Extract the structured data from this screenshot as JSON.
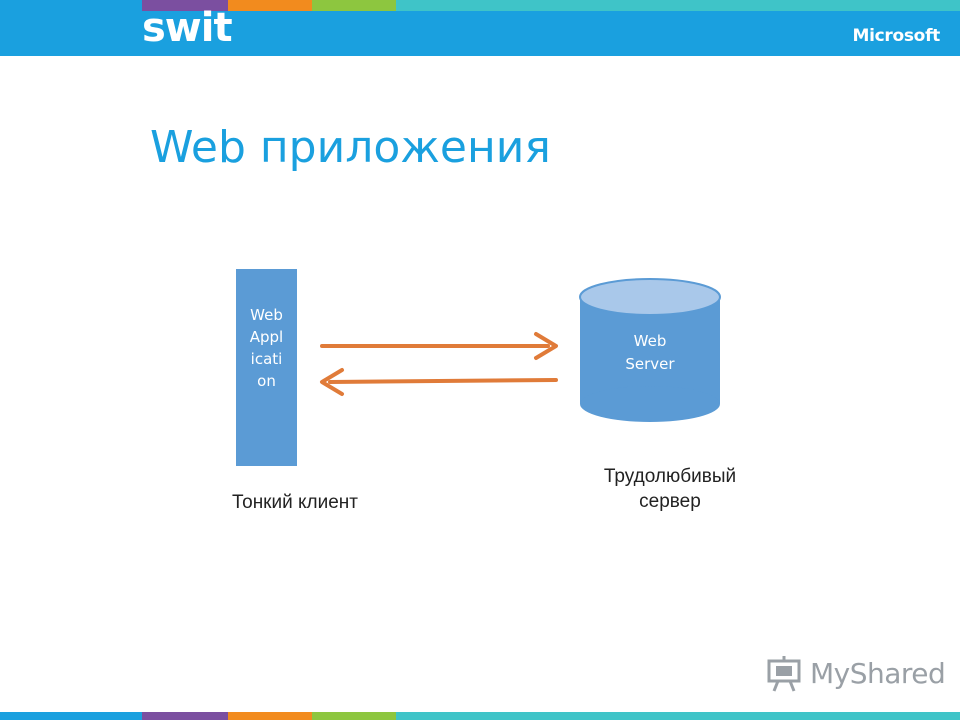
{
  "header": {
    "logo_text": "swit",
    "brand_text": "Microsoft",
    "bar_color": "#1aa0df",
    "stripe_colors": [
      "#7b4fa0",
      "#f28b1e",
      "#8dc63f",
      "#3fc4c8"
    ]
  },
  "slide": {
    "title": "Web приложения",
    "title_color": "#1aa0df"
  },
  "diagram": {
    "client_box_label": "Web Appl icati on",
    "server_label_line1": "Web",
    "server_label_line2": "Server",
    "client_caption": "Тонкий клиент",
    "server_caption_line1": "Трудолюбивый",
    "server_caption_line2": "сервер",
    "box_color": "#5b9bd5",
    "arrow_color": "#e07b39"
  },
  "watermark": {
    "text": "MyShared",
    "icon": "presentation-board-icon"
  }
}
